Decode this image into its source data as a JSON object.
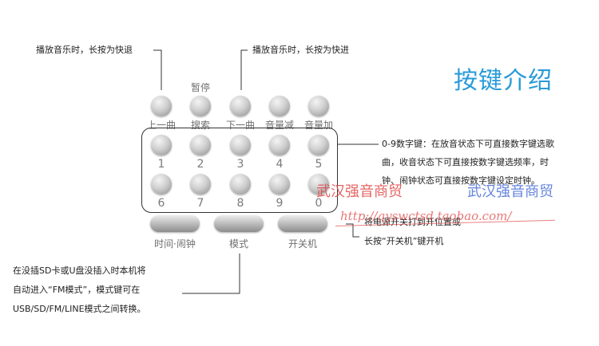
{
  "title": "按键介绍",
  "callouts": {
    "top_left": "播放音乐时，长按为快退",
    "top_right": "播放音乐时，长按为快进",
    "numeric_1": "0-9数字键：在放音状态下可直接数字键选歌",
    "numeric_2": "曲，收音状态下可直接按数字键选频率，时",
    "numeric_3": "钟、闹钟状态可直接按数字键设定时钟。",
    "power_1": "将电源开关打到开位置或",
    "power_2": "长按“开关机”键开机",
    "mode_1": "在没插SD卡或U盘没插入时本机将",
    "mode_2": "自动进入“FM模式”，模式键可在",
    "mode_3": "USB/SD/FM/LINE模式之间转换。"
  },
  "top_row": {
    "pause_label": "暂停",
    "labels": [
      "上一曲",
      "搜索",
      "下一曲",
      "音量减",
      "音量加"
    ]
  },
  "digits_row1": [
    "1",
    "2",
    "3",
    "4",
    "5"
  ],
  "digits_row2": [
    "6",
    "7",
    "8",
    "9",
    "0"
  ],
  "bottom_row": [
    "时间·闹钟",
    "模式",
    "开关机"
  ],
  "watermark": {
    "text_left": "武汉强音商贸",
    "text_right": "武汉强音商贸",
    "url": "http://qyswctsd.taobao.com/"
  },
  "colors": {
    "title": "#2a9ad8",
    "watermark_red": "#e14a4a",
    "watermark_blue": "#4a6fd8"
  }
}
